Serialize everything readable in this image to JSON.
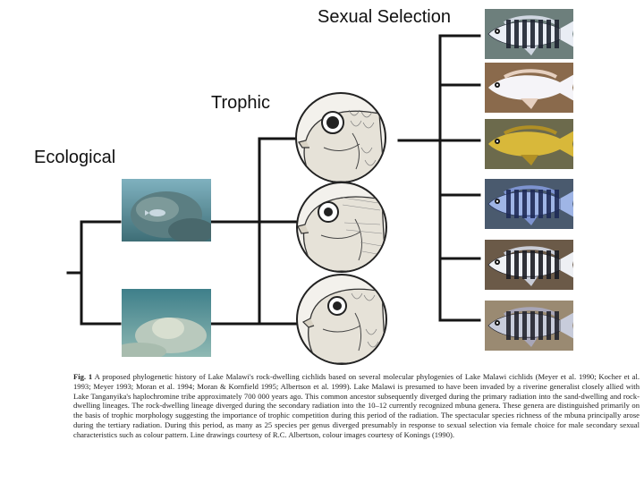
{
  "labels": {
    "sexual_selection": "Sexual Selection",
    "trophic": "Trophic",
    "ecological": "Ecological"
  },
  "caption": {
    "fig": "Fig. 1",
    "text": "A proposed phylogenetic history of Lake Malawi's rock-dwelling cichlids based on several molecular phylogenies of Lake Malawi cichlids (Meyer et al. 1990; Kocher et al. 1993; Meyer 1993; Moran et al. 1994; Moran & Kornfield 1995; Albertson et al. 1999). Lake Malawi is presumed to have been invaded by a riverine generalist closely allied with Lake Tanganyika's haplochromine tribe approximately 700 000 years ago. This common ancestor subsequently diverged during the primary radiation into the sand-dwelling and rock-dwelling lineages. The rock-dwelling lineage diverged during the secondary radiation into the 10–12 currently recognized mbuna genera. These genera are distinguished primarily on the basis of trophic morphology suggesting the importance of trophic competition during this period of the radiation. The spectacular species richness of the mbuna principally arose during the tertiary radiation. During this period, as many as 25 species per genus diverged presumably in response to sexual selection via female choice for male secondary sexual characteristics such as colour pattern. Line drawings courtesy of R.C. Albertson, colour images courtesy of Konings (1990)."
  },
  "fish_photos": [
    {
      "style": "barred",
      "body": "#e9edf4",
      "bar": "#1d2230",
      "bg": "#6d7f7c",
      "fin": "#cfd6e0"
    },
    {
      "style": "plain",
      "body": "#f5f4f8",
      "bar": "#f5f4f8",
      "bg": "#8a6a4c",
      "fin": "#e6d0c0"
    },
    {
      "style": "plain",
      "body": "#d8b83a",
      "bar": "#d8b83a",
      "bg": "#6c6a4c",
      "fin": "#b08f25"
    },
    {
      "style": "barred",
      "body": "#9fb5e6",
      "bar": "#1e2a55",
      "bg": "#4a5a6e",
      "fin": "#7d93d0"
    },
    {
      "style": "barred",
      "body": "#eef0f4",
      "bar": "#1a1b22",
      "bg": "#6b5a48",
      "fin": "#c9ccd6"
    },
    {
      "style": "barred",
      "body": "#c8ccdb",
      "bar": "#22232e",
      "bg": "#9a8a72",
      "fin": "#a8a6b8"
    }
  ],
  "colors": {
    "tree_line": "#151515",
    "eco_water_top": "#3e7f8a",
    "eco_water_bottom": "#5fa1a7"
  }
}
